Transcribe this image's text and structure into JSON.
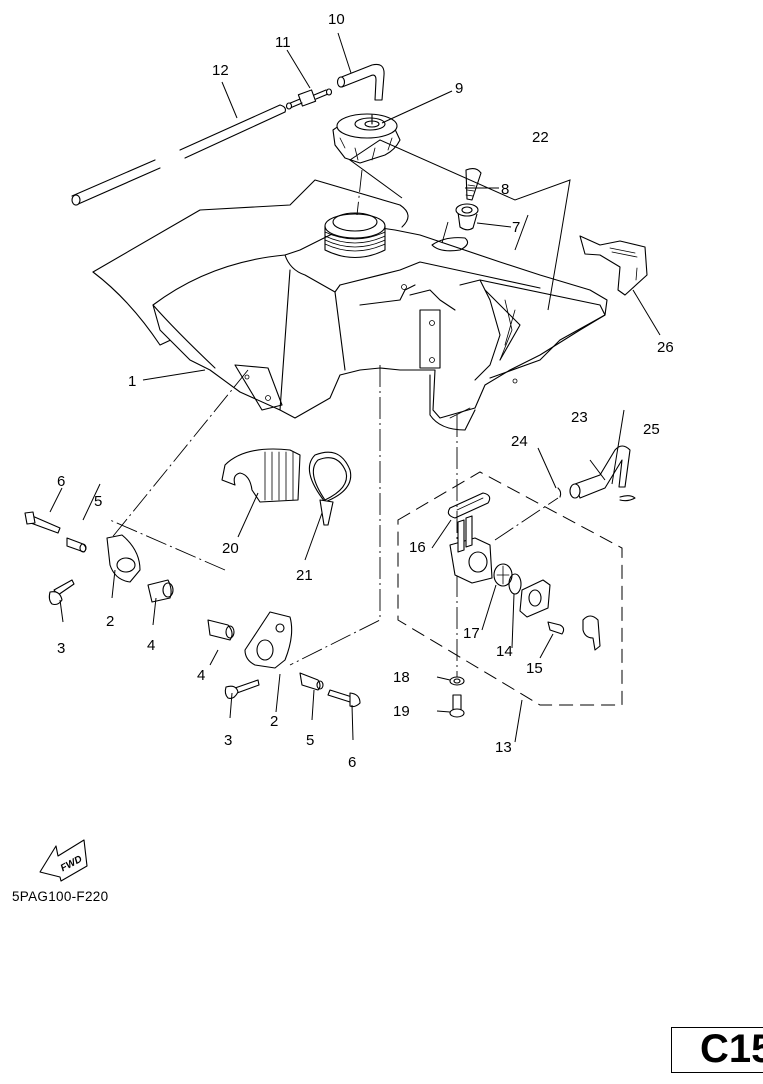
{
  "diagram": {
    "title": "Fuel tank exploded parts diagram",
    "reference_code": "5PAG100-F220",
    "page_label": "C15",
    "fwd_indicator": "FWD",
    "callouts": [
      {
        "id": "c1",
        "number": "1",
        "part": "fuel-tank"
      },
      {
        "id": "c2a",
        "number": "2",
        "part": "bracket"
      },
      {
        "id": "c2b",
        "number": "2",
        "part": "bracket"
      },
      {
        "id": "c3a",
        "number": "3",
        "part": "bolt"
      },
      {
        "id": "c3b",
        "number": "3",
        "part": "bolt"
      },
      {
        "id": "c4a",
        "number": "4",
        "part": "damper"
      },
      {
        "id": "c4b",
        "number": "4",
        "part": "damper"
      },
      {
        "id": "c5a",
        "number": "5",
        "part": "collar"
      },
      {
        "id": "c5b",
        "number": "5",
        "part": "collar"
      },
      {
        "id": "c6a",
        "number": "6",
        "part": "bolt"
      },
      {
        "id": "c6b",
        "number": "6",
        "part": "bolt"
      },
      {
        "id": "c7",
        "number": "7",
        "part": "damper"
      },
      {
        "id": "c8",
        "number": "8",
        "part": "screw"
      },
      {
        "id": "c9",
        "number": "9",
        "part": "fuel-cap"
      },
      {
        "id": "c10",
        "number": "10",
        "part": "breather-hose"
      },
      {
        "id": "c11",
        "number": "11",
        "part": "valve"
      },
      {
        "id": "c12",
        "number": "12",
        "part": "hose"
      },
      {
        "id": "c13",
        "number": "13",
        "part": "fuel-cock-assembly"
      },
      {
        "id": "c14",
        "number": "14",
        "part": "o-ring"
      },
      {
        "id": "c15",
        "number": "15",
        "part": "screw"
      },
      {
        "id": "c16",
        "number": "16",
        "part": "gasket"
      },
      {
        "id": "c17",
        "number": "17",
        "part": "filter"
      },
      {
        "id": "c18",
        "number": "18",
        "part": "washer"
      },
      {
        "id": "c19",
        "number": "19",
        "part": "screw"
      },
      {
        "id": "c20",
        "number": "20",
        "part": "grommet"
      },
      {
        "id": "c21",
        "number": "21",
        "part": "band"
      },
      {
        "id": "c22",
        "number": "22",
        "part": "graphic-set"
      },
      {
        "id": "c23",
        "number": "23",
        "part": "fuel-hose"
      },
      {
        "id": "c24",
        "number": "24",
        "part": "clip"
      },
      {
        "id": "c25",
        "number": "25",
        "part": "clip"
      },
      {
        "id": "c26",
        "number": "26",
        "part": "cover"
      }
    ]
  }
}
